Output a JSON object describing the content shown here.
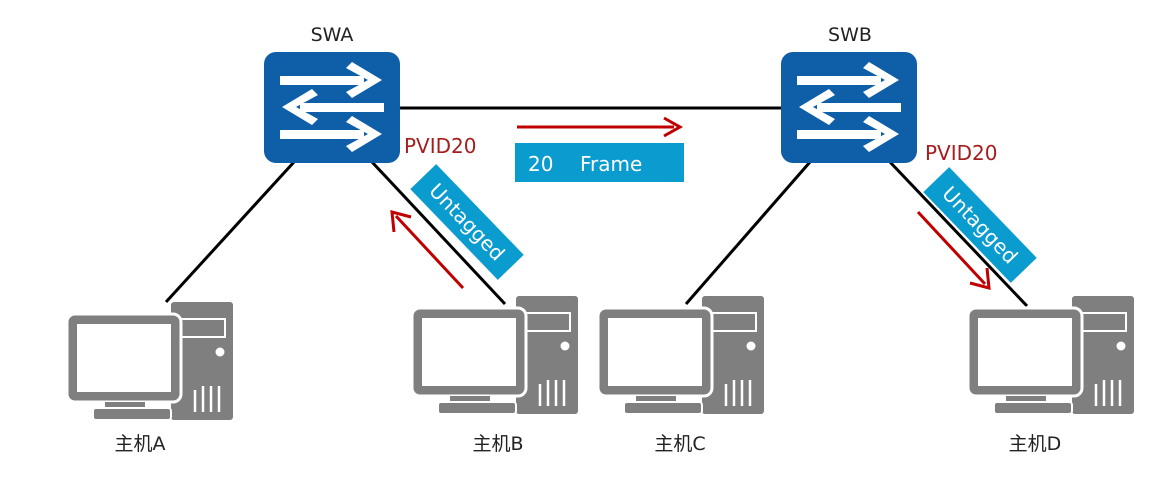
{
  "switches": [
    {
      "id": "swa",
      "label": "SWA",
      "port_label": "PVID20"
    },
    {
      "id": "swb",
      "label": "SWB",
      "port_label": "PVID20"
    }
  ],
  "hosts": [
    {
      "id": "a",
      "label": "主机A"
    },
    {
      "id": "b",
      "label": "主机B"
    },
    {
      "id": "c",
      "label": "主机C"
    },
    {
      "id": "d",
      "label": "主机D"
    }
  ],
  "trunk_frame": {
    "vlan": "20",
    "label": "Frame"
  },
  "access_tags": {
    "left": "Untagged",
    "right": "Untagged"
  },
  "colors": {
    "switch_blue": "#0e5fa8",
    "tag_blue": "#0a9bcf",
    "arrow_red": "#c00000",
    "pvid_red": "#a51d1d",
    "host_gray": "#7f7f7f",
    "link_black": "#000000"
  }
}
